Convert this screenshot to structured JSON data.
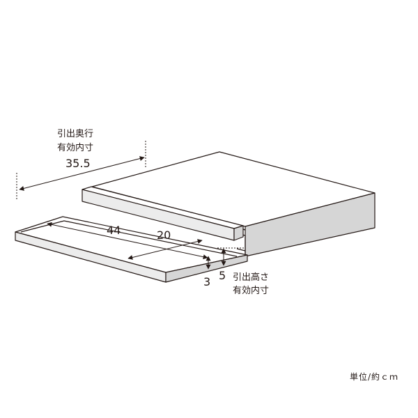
{
  "labels": {
    "depth_line1": "引出奥行",
    "depth_line2": "有効内寸",
    "depth_value": "35.5",
    "width_value": "44",
    "inner_value": "20",
    "tray_height_value": "3",
    "height_value": "5",
    "height_line1": "引出高さ",
    "height_line2": "有効内寸",
    "unit": "単位/約ｃｍ"
  }
}
